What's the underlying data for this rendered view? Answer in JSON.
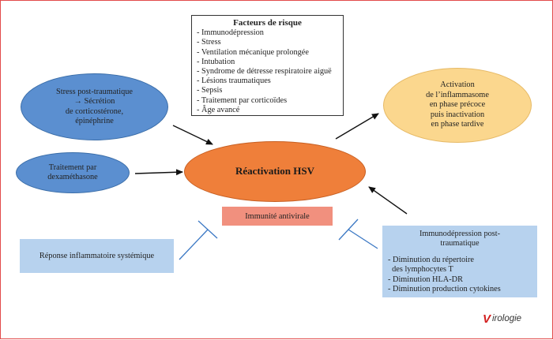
{
  "risk_factors": {
    "title": "Facteurs de risque",
    "items": [
      "- Immunodépression",
      "- Stress",
      "- Ventilation mécanique prolongée",
      "- Intubation",
      "- Syndrome de détresse respiratoire aiguë",
      "- Lésions traumatiques",
      "- Sepsis",
      "- Traitement par corticoïdes",
      "- Âge avancé"
    ]
  },
  "stress": {
    "lines": [
      "Stress post-traumatique",
      "→ Sécrétion",
      "de corticostérone,",
      "épinéphrine"
    ]
  },
  "treatment": {
    "lines": [
      "Traitement par",
      "dexaméthasone"
    ]
  },
  "center": {
    "label": "Réactivation HSV"
  },
  "activation": {
    "lines": [
      "Activation",
      "de l’inflammasome",
      "en phase précoce",
      "puis inactivation",
      "en phase tardive"
    ]
  },
  "antiviral": {
    "label": "Immunité antivirale"
  },
  "systemic": {
    "label": "Réponse inflammatoire systémique"
  },
  "immunodepression": {
    "title_lines": [
      "Immunodépression post-",
      "traumatique"
    ],
    "items": [
      "- Diminution du répertoire",
      "  des lymphocytes T",
      "- Diminution HLA-DR",
      "- Diminution production cytokines"
    ]
  },
  "logo": {
    "first": "V",
    "rest": "irologie"
  },
  "colors": {
    "ellipse_blue": "#5b8fd0",
    "center_orange": "#ef7f3a",
    "activation_yellow": "#fbd78e",
    "antiviral_salmon": "#f1907e",
    "box_light_blue": "#b7d2ee",
    "inhibitor_line": "#3b78c4",
    "frame_red": "#e24b4b"
  }
}
